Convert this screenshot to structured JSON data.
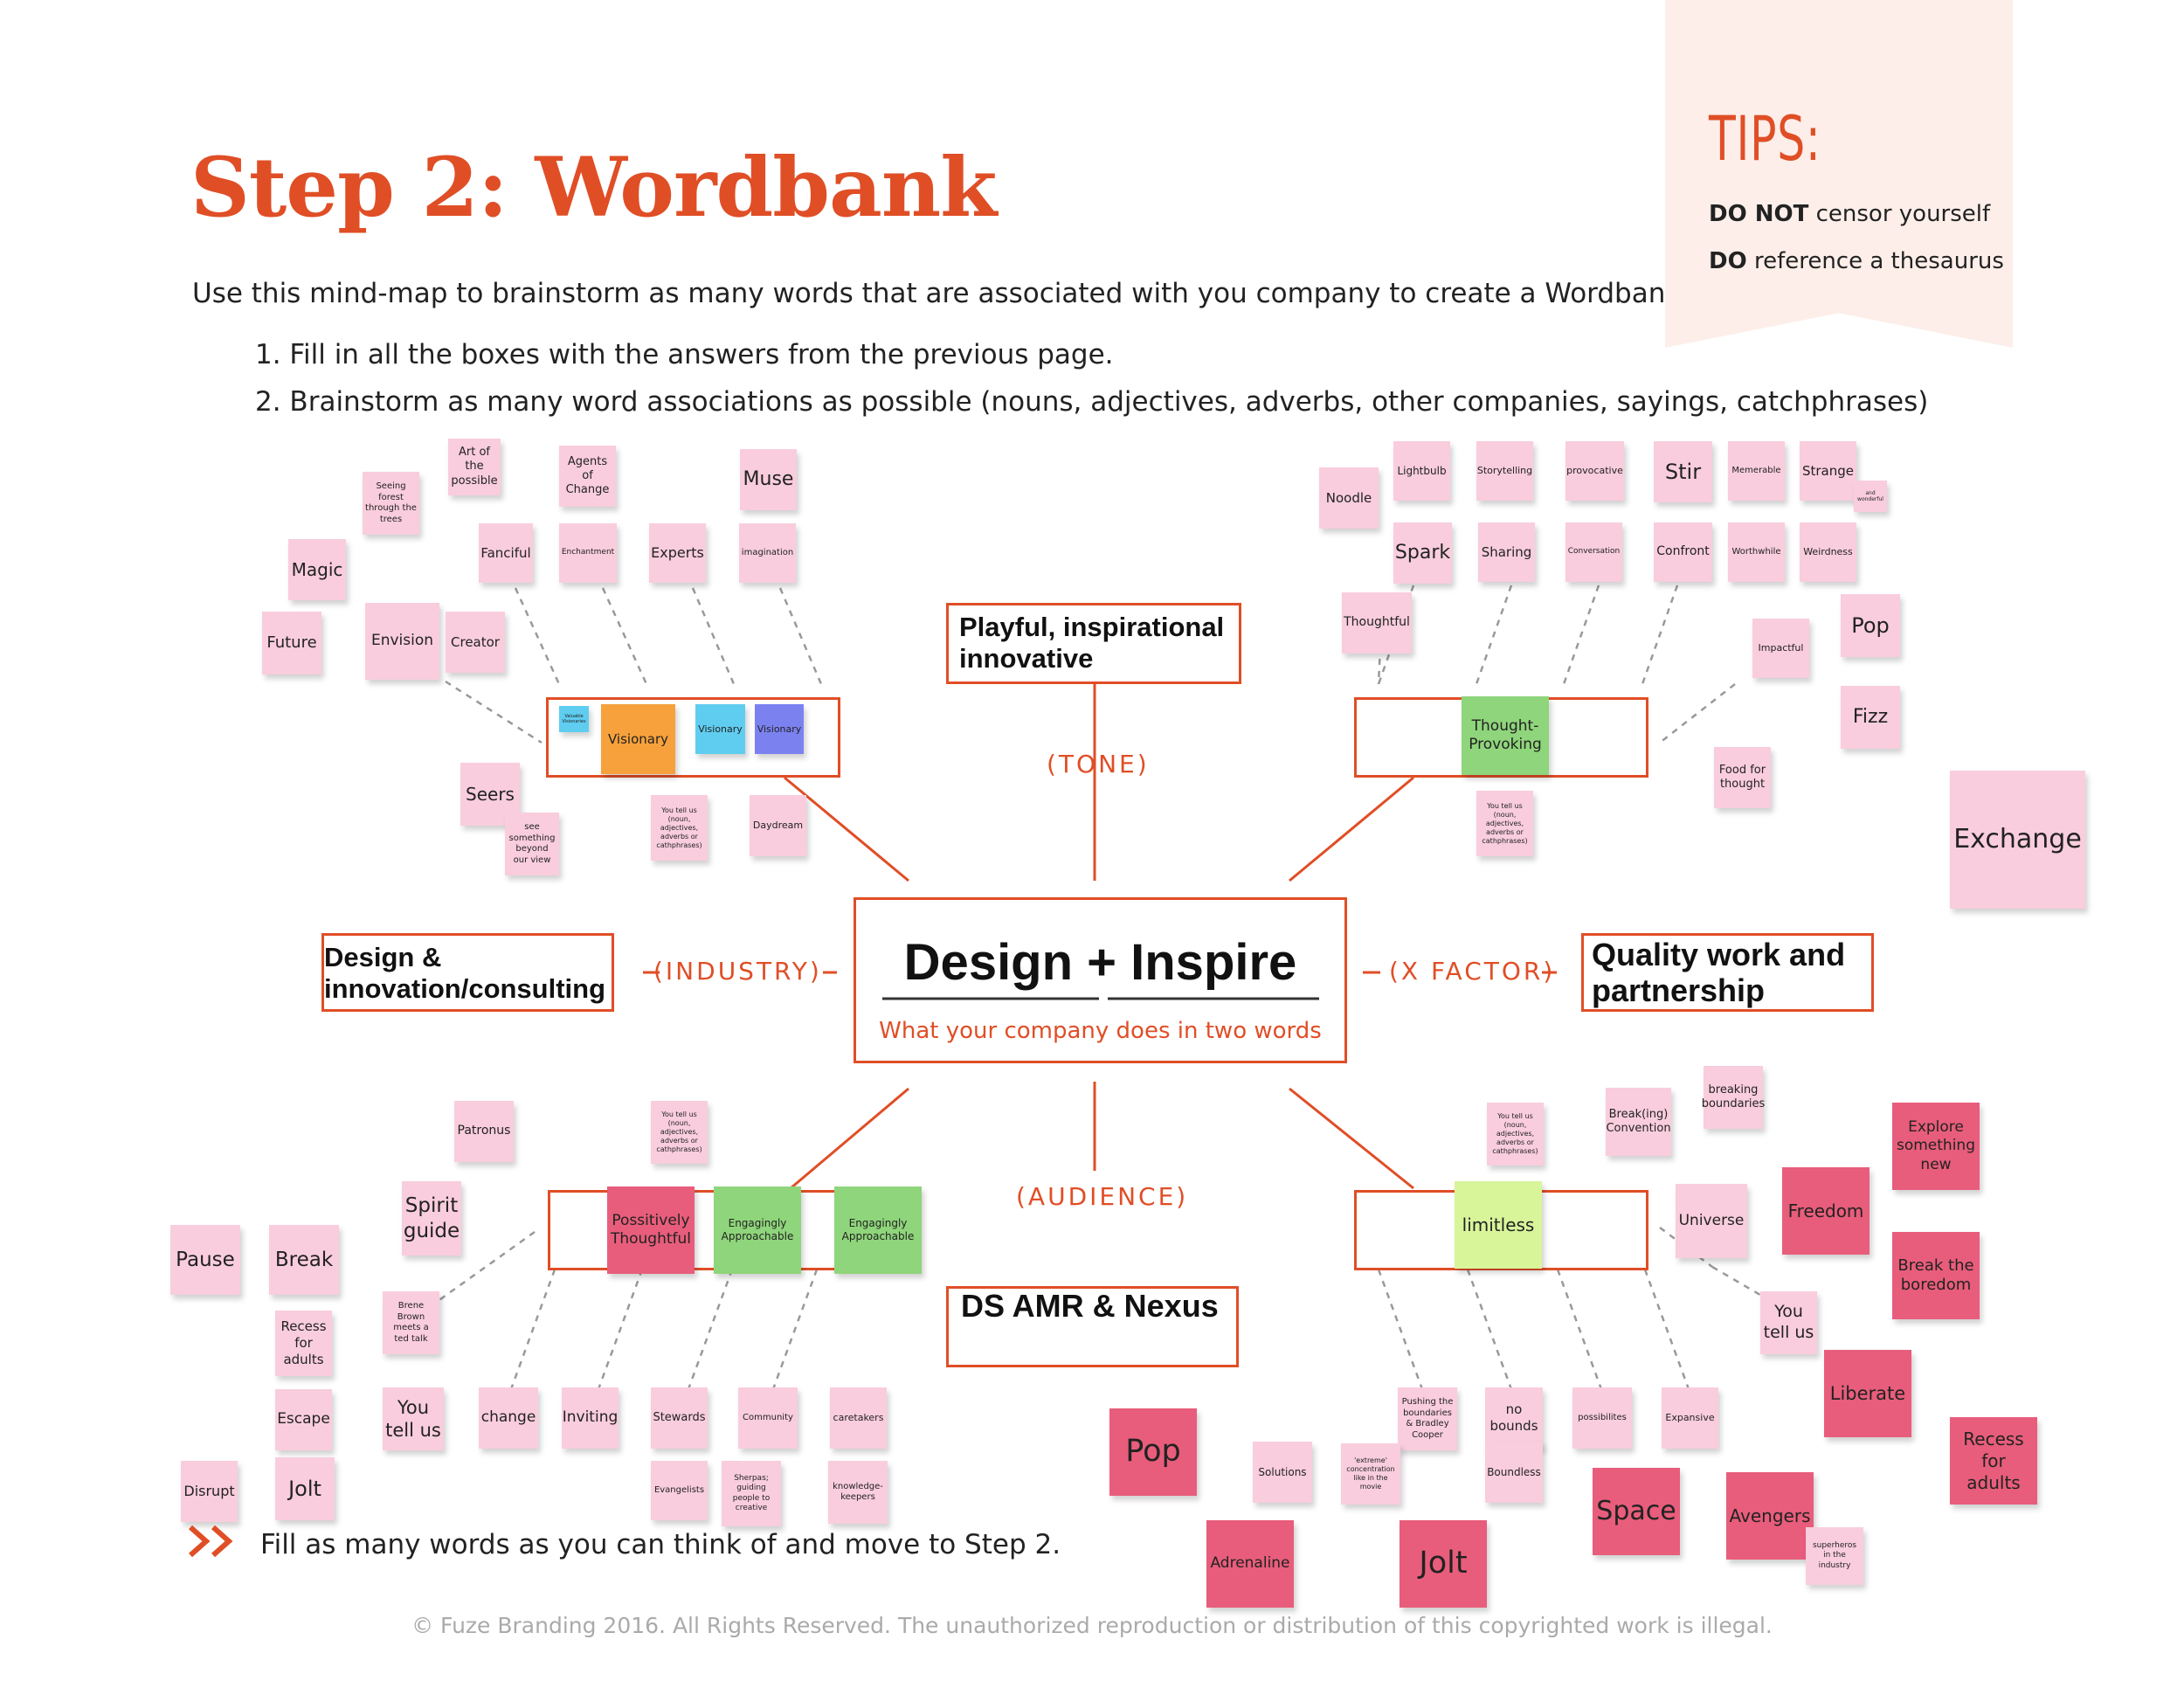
{
  "title": "Step 2: Wordbank",
  "intro": "Use this mind-map to brainstorm as many words that are associated with you company to create a Wordbank.",
  "steps": [
    "1. Fill in all the boxes with the answers from the previous page.",
    "2. Brainstorm as many word associations as possible (nouns, adjectives, adverbs, other companies, sayings, catchphrases)"
  ],
  "tips": {
    "title": "TIPS:",
    "line1_bold": "DO NOT",
    "line1_rest": " censor yourself",
    "line2_bold": "DO",
    "line2_rest": " reference a thesaurus"
  },
  "center": {
    "title": "Design + Inspire",
    "subtitle": "What your company does in two words"
  },
  "categories": {
    "tone_label": "(TONE)",
    "tone_value": "Playful, inspirational innovative",
    "industry_label": "(INDUSTRY)",
    "industry_value": "Design & innovation/consulting",
    "xfactor_label": "(X FACTOR)",
    "xfactor_value": "Quality work and partnership",
    "audience_label": "(AUDIENCE)",
    "audience_value": "DS AMR & Nexus"
  },
  "footer": {
    "arrow": "»",
    "instruction": "Fill as many words as you can think of and move to Step 2.",
    "copyright": "© Fuze Branding 2016. All Rights Reserved. The unauthorized reproduction or distribution of this copyrighted work is illegal."
  },
  "colors": {
    "accent": "#e04e26",
    "note_pink": "#f9cddd",
    "note_red": "#e85d7b",
    "note_orange": "#f6a13b",
    "note_cyan": "#5fcdf0",
    "note_blue": "#7b82f0",
    "note_green": "#8fd57b",
    "note_lime": "#d8f59a",
    "tips_bg": "#fdeee9"
  },
  "notes": {
    "n1": "Art of the possible",
    "n2": "Agents of Change",
    "n3": "Muse",
    "n4": "Seeing forest through the trees",
    "n5": "Magic",
    "n6": "Fanciful",
    "n7": "Enchantment",
    "n8": "Experts",
    "n9": "imagination",
    "n10": "Future",
    "n11": "Envision",
    "n12": "Creator",
    "n13": "Valuable Visionaries",
    "n14": "Visionary",
    "n15": "Visionary",
    "n16": "Visionary",
    "n17": "Seers",
    "n18": "see something beyond our view",
    "n19": "You tell us (noun, adjectives, adverbs or cathphrases)",
    "n20": "Daydream",
    "n21": "Lightbulb",
    "n22": "Storytelling",
    "n23": "provocative",
    "n24": "Stir",
    "n25": "Memerable",
    "n26": "Strange",
    "n27": "and wonderful",
    "n28": "Noodle",
    "n29": "Spark",
    "n30": "Sharing",
    "n31": "Conversation",
    "n32": "Confront",
    "n33": "Worthwhile",
    "n34": "Weirdness",
    "n35": "Thoughtful",
    "n36": "Pop",
    "n37": "Impactful",
    "n38": "Thought-Provoking",
    "n39": "Fizz",
    "n40": "Food for thought",
    "n41": "You tell us (noun, adjectives, adverbs or cathphrases)",
    "n42": "Exchange",
    "n43": "Patronus",
    "n44": "You tell us (noun, adjectives, adverbs or cathphrases)",
    "n45": "Spirit guide",
    "n46": "Possitively Thoughtful",
    "n47": "Engagingly Approachable",
    "n48": "Engagingly Approachable",
    "n49": "Pause",
    "n50": "Break",
    "n51": "Brene Brown meets a ted talk",
    "n52": "Recess for adults",
    "n53": "Escape",
    "n54": "You tell us",
    "n55": "change",
    "n56": "Inviting",
    "n57": "Stewards",
    "n58": "Community",
    "n59": "caretakers",
    "n60": "Disrupt",
    "n61": "Jolt",
    "n62": "Evangelists",
    "n63": "Sherpas; guiding people to creative",
    "n64": "knowledge-keepers",
    "n65": "You tell us (noun, adjectives, adverbs or cathphrases)",
    "n66": "Break(ing) Convention",
    "n67": "breaking boundaries",
    "n68": "Explore something new",
    "n69": "Freedom",
    "n70": "Universe",
    "n71": "limitless",
    "n72": "Break the boredom",
    "n73": "You tell us",
    "n74": "Liberate",
    "n75": "Pushing the boundaries & Bradley Cooper",
    "n76": "no bounds",
    "n77": "possibilites",
    "n78": "Expansive",
    "n79": "Recess for adults",
    "n80": "Pop",
    "n81": "Solutions",
    "n82": "'extreme' concentration like in the movie",
    "n83": "Boundless",
    "n84": "Space",
    "n85": "Avengers",
    "n86": "superheros in the industry",
    "n87": "Adrenaline",
    "n88": "Jolt"
  }
}
